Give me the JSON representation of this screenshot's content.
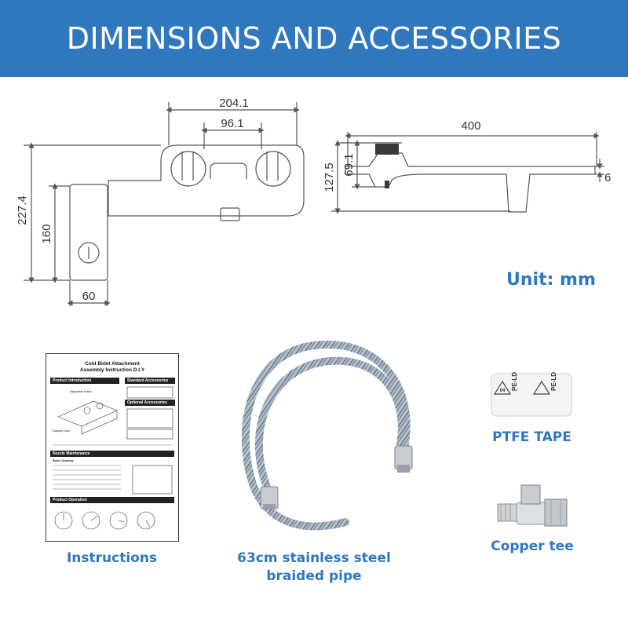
{
  "header": {
    "title": "DIMENSIONS AND ACCESSORIES"
  },
  "dimensions": {
    "top_view": {
      "overall_width": "204.1",
      "inlet_spacing": "96.1",
      "total_height": "227.4",
      "body_height": "160",
      "body_width": "60"
    },
    "side_view": {
      "length": "400",
      "total_height": "127.5",
      "inlet_height": "69.1",
      "thickness": "6"
    },
    "unit": "Unit: mm"
  },
  "instructions_sheet": {
    "title_line1": "Cold Bidet Attachment",
    "title_line2": "Assembly Instruction D.I.Y",
    "section_product_intro": "Product Introduction",
    "section_standard_accessories": "Standard Accessories",
    "section_optional_accessories": "Optional Accessories",
    "section_nozzle_maintenance": "Nozzle Maintenance",
    "section_product_operation": "Product Operation",
    "adjustable_button": "Adjustable button",
    "t_adapter": "T-adapter hose",
    "cleaning_text": "Basic Cleaning:"
  },
  "accessories": {
    "instructions_label": "Instructions",
    "pipe_label_line1": "63cm stainless steel",
    "pipe_label_line2": "braided pipe",
    "tape_label": "PTFE TAPE",
    "tape_print": "PE-LD",
    "tape_recycle_code": "04",
    "tee_label": "Copper tee"
  },
  "colors": {
    "banner": "#2f78be",
    "caption": "#2f78be",
    "drawing_line": "#555555"
  }
}
